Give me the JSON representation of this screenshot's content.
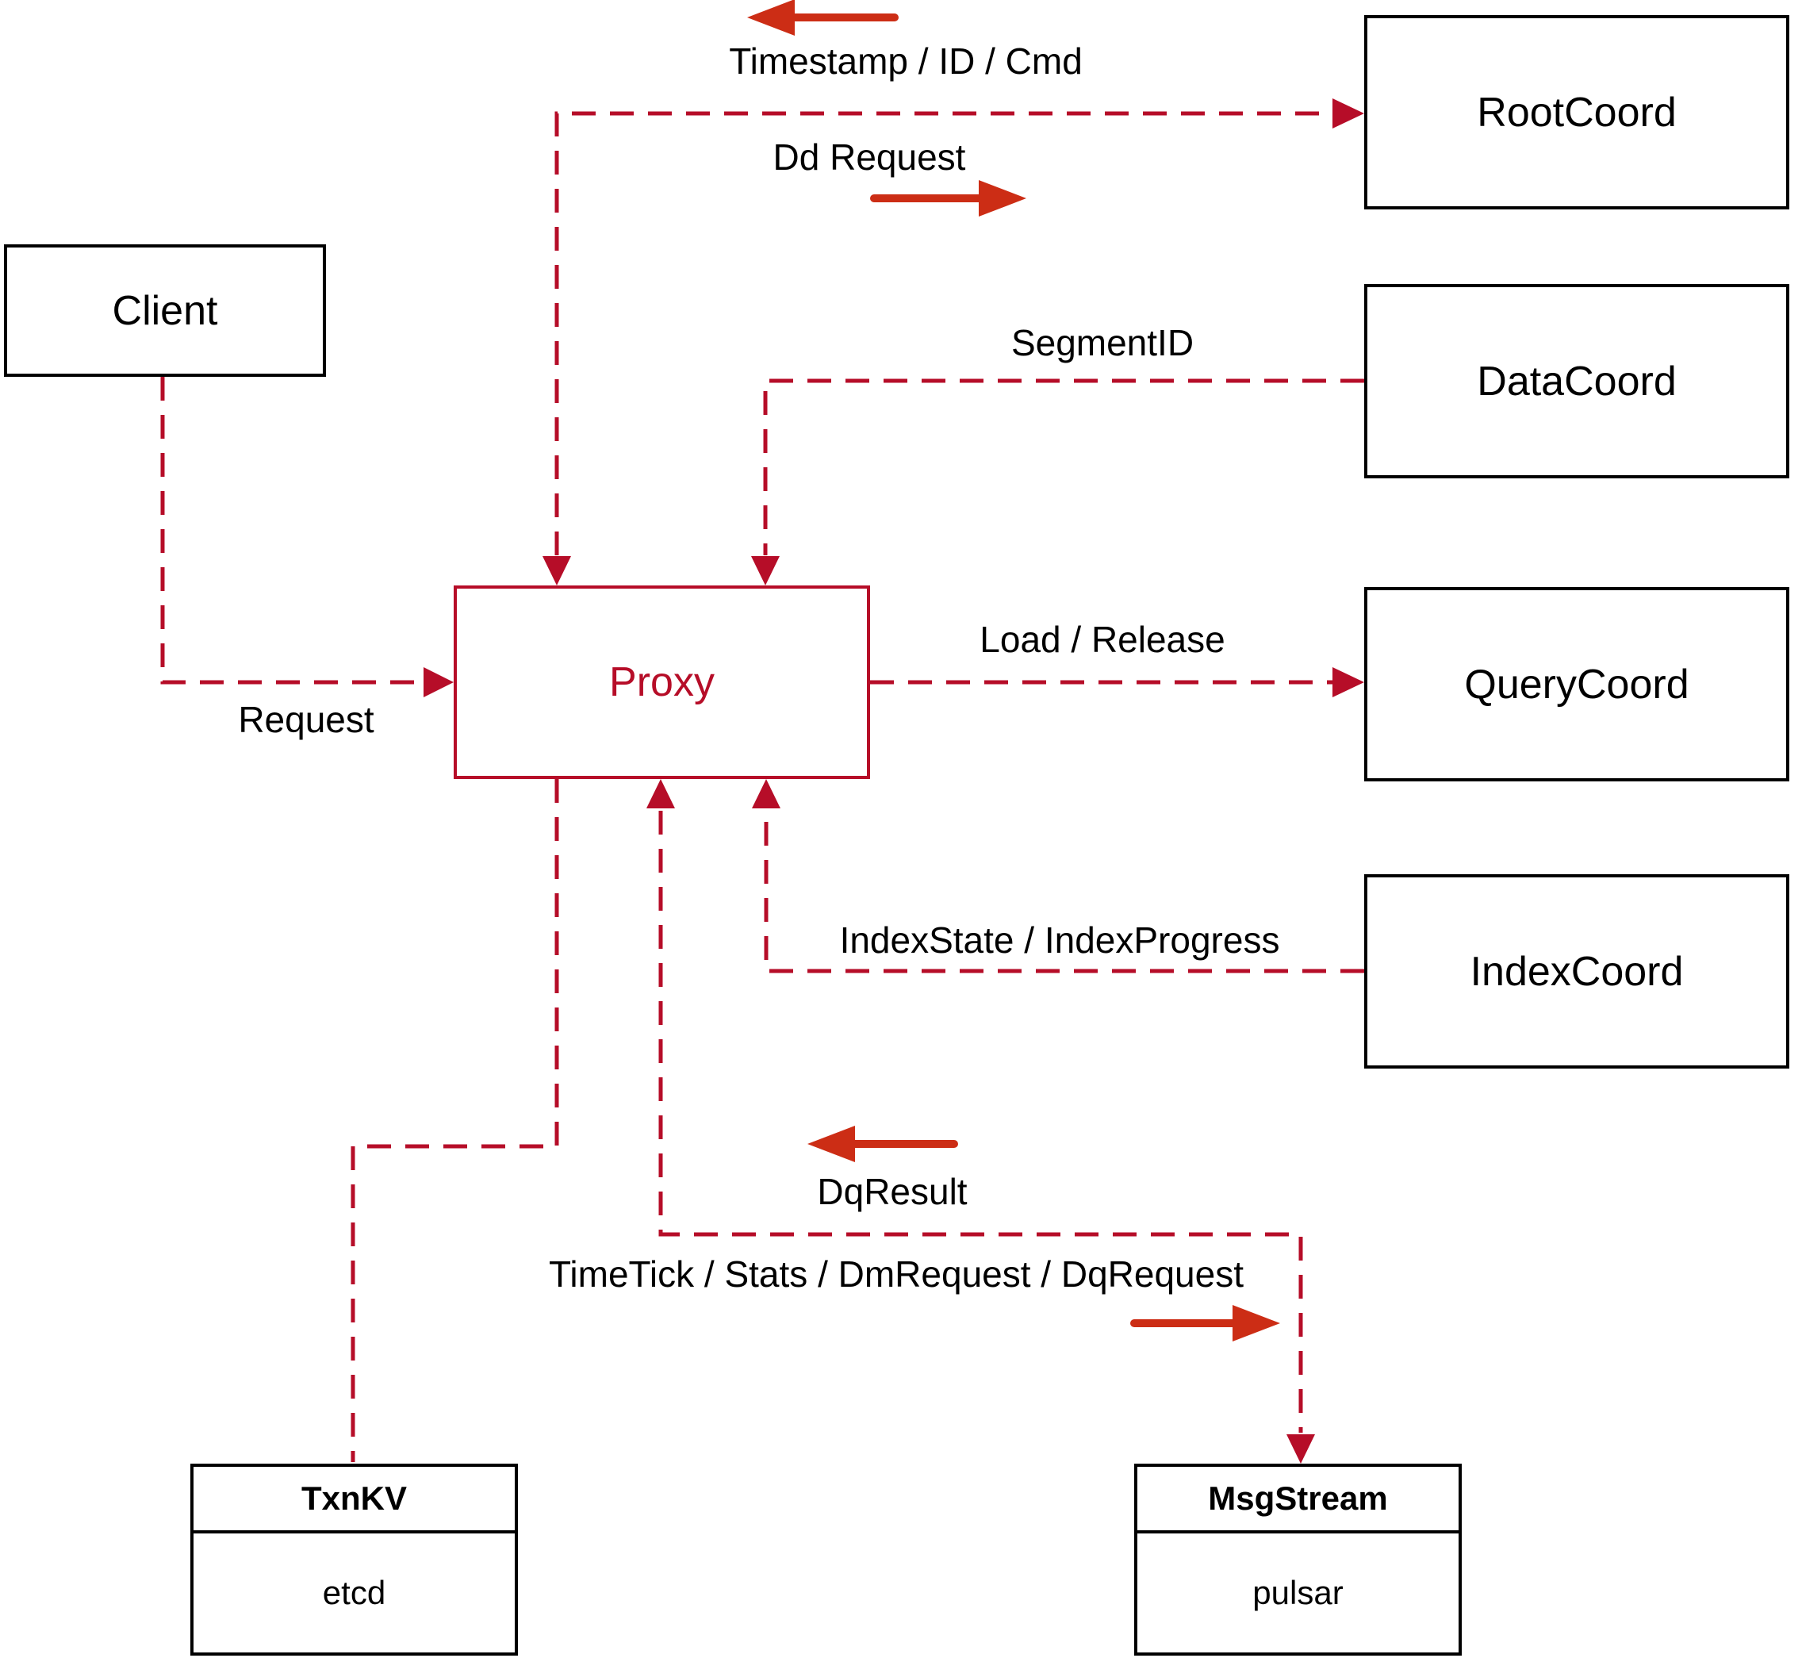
{
  "diagram": {
    "nodes": {
      "client": {
        "label": "Client"
      },
      "proxy": {
        "label": "Proxy"
      },
      "rootcoord": {
        "label": "RootCoord"
      },
      "datacoord": {
        "label": "DataCoord"
      },
      "querycoord": {
        "label": "QueryCoord"
      },
      "indexcoord": {
        "label": "IndexCoord"
      },
      "txnkv": {
        "title": "TxnKV",
        "subtitle": "etcd"
      },
      "msgstream": {
        "title": "MsgStream",
        "subtitle": "pulsar"
      }
    },
    "edge_labels": {
      "timestamp_id_cmd": "Timestamp / ID / Cmd",
      "dd_request": "Dd Request",
      "segment_id": "SegmentID",
      "load_release": "Load / Release",
      "index_state": "IndexState / IndexProgress",
      "request": "Request",
      "dq_result": "DqResult",
      "timetick": "TimeTick / Stats / DmRequest / DqRequest"
    },
    "colors": {
      "dashed_line": "#b60d28",
      "solid_arrow": "#cc2d15",
      "proxy_accent": "#b60d28",
      "box_border": "#000000",
      "background": "#ffffff",
      "label_text": "#000000"
    }
  }
}
